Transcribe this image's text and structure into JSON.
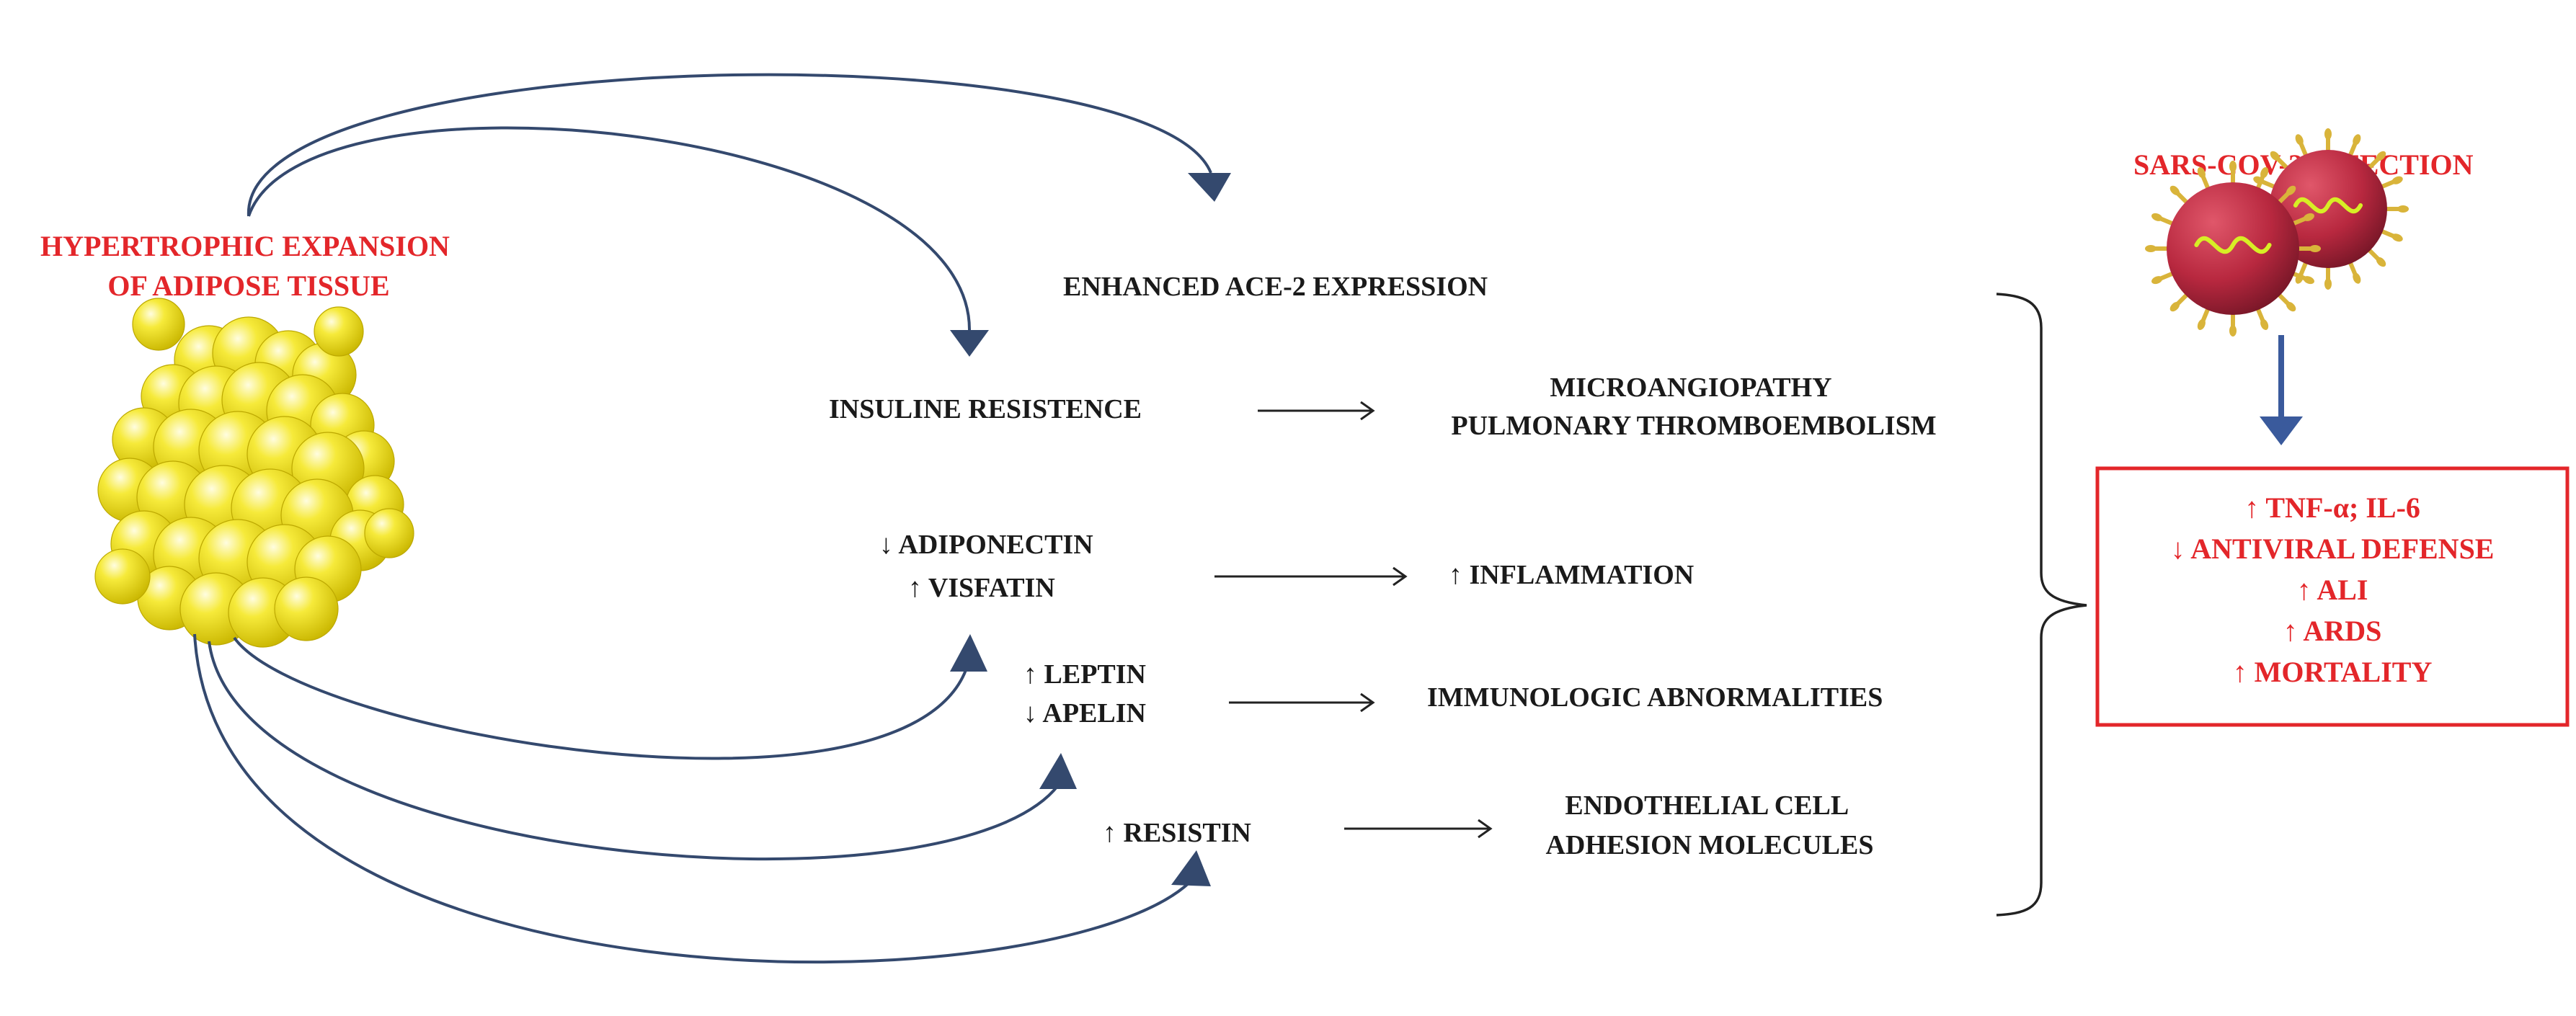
{
  "labels": {
    "source": [
      "HYPERTROPHIC EXPANSION",
      "OF ADIPOSE TISSUE"
    ],
    "ace2": "ENHANCED ACE-2 EXPRESSION",
    "insulin": "INSULINE RESISTENCE",
    "micro": [
      "MICROANGIOPATHY",
      "PULMONARY THROMBOEMBOLISM"
    ],
    "adiponectin": "↓ ADIPONECTIN",
    "visfatin": "↑ VISFATIN",
    "inflammation": "↑ INFLAMMATION",
    "leptin": "↑ LEPTIN",
    "apelin": "↓ APELIN",
    "immuno": "IMMUNOLOGIC ABNORMALITIES",
    "resistin": "↑ RESISTIN",
    "endothelial": [
      "ENDOTHELIAL CELL",
      "ADHESION MOLECULES"
    ],
    "sars": "SARS-COV-2 INFECTION"
  },
  "outcomes": [
    "↑ TNF-α; IL-6",
    "↓ ANTIVIRAL DEFENSE",
    "↑ ALI",
    "↑ ARDS",
    "↑ MORTALITY"
  ],
  "colors": {
    "accent_red": "#e3262a",
    "arrow_blue": "#34496e",
    "fat_yellow": "#f2e21c",
    "virus_red": "#b8283f",
    "spike_gold": "#d9b43a",
    "rna_green": "#d7ee25"
  },
  "icons": [
    "adipose-cluster-icon",
    "virus-icon"
  ]
}
